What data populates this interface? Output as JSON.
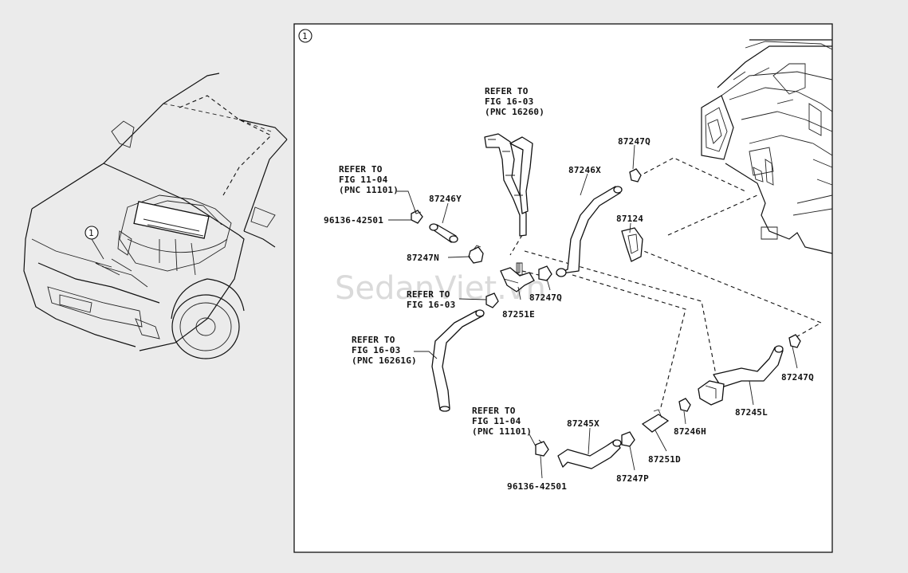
{
  "frame": {
    "index_marker": "1"
  },
  "vehicle": {
    "index_marker": "1"
  },
  "watermark": "SedanViet.vn",
  "refs": {
    "top": [
      "REFER TO",
      "FIG 16-03",
      "(PNC 16260)"
    ],
    "left_upper": [
      "REFER TO",
      "FIG 11-04",
      "(PNC 11101)"
    ],
    "left_mid": [
      "REFER TO",
      "FIG 16-03"
    ],
    "left_lower": [
      "REFER TO",
      "FIG 16-03",
      "(PNC 16261G)"
    ],
    "bottom": [
      "REFER TO",
      "FIG 11-04",
      "(PNC 11101)"
    ]
  },
  "parts": {
    "p96136_top": "96136-42501",
    "p87246y": "87246Y",
    "p87247n": "87247N",
    "p87247q_mid": "87247Q",
    "p87251e": "87251E",
    "p87246x": "87246X",
    "p87247q_top": "87247Q",
    "p87124": "87124",
    "p87247q_right": "87247Q",
    "p87245l": "87245L",
    "p87246h": "87246H",
    "p87251d": "87251D",
    "p87247p": "87247P",
    "p87245x": "87245X",
    "p96136_bottom": "96136-42501"
  },
  "colors": {
    "background": "#ebebeb",
    "frame_fill": "#ffffff",
    "line": "#111111"
  }
}
